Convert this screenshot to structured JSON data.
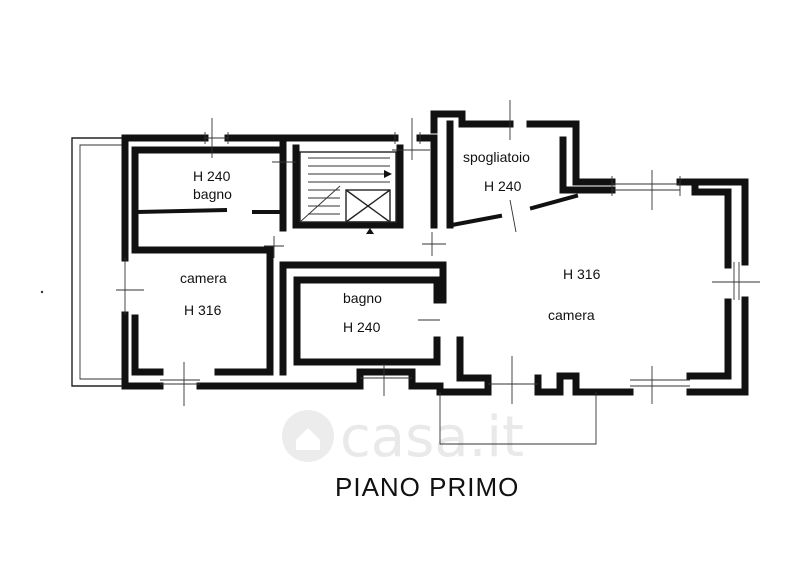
{
  "plan": {
    "title": "PIANO PRIMO",
    "watermark": "casa.it",
    "rooms": [
      {
        "id": "bagno-left",
        "height": "H 240",
        "name": "bagno"
      },
      {
        "id": "camera-left",
        "name": "camera",
        "height": "H 316"
      },
      {
        "id": "spogliatoio",
        "name": "spogliatoio",
        "height": "H 240"
      },
      {
        "id": "bagno-center",
        "name": "bagno",
        "height": "H 240"
      },
      {
        "id": "camera-right",
        "height": "H 316",
        "name": "camera"
      }
    ]
  }
}
